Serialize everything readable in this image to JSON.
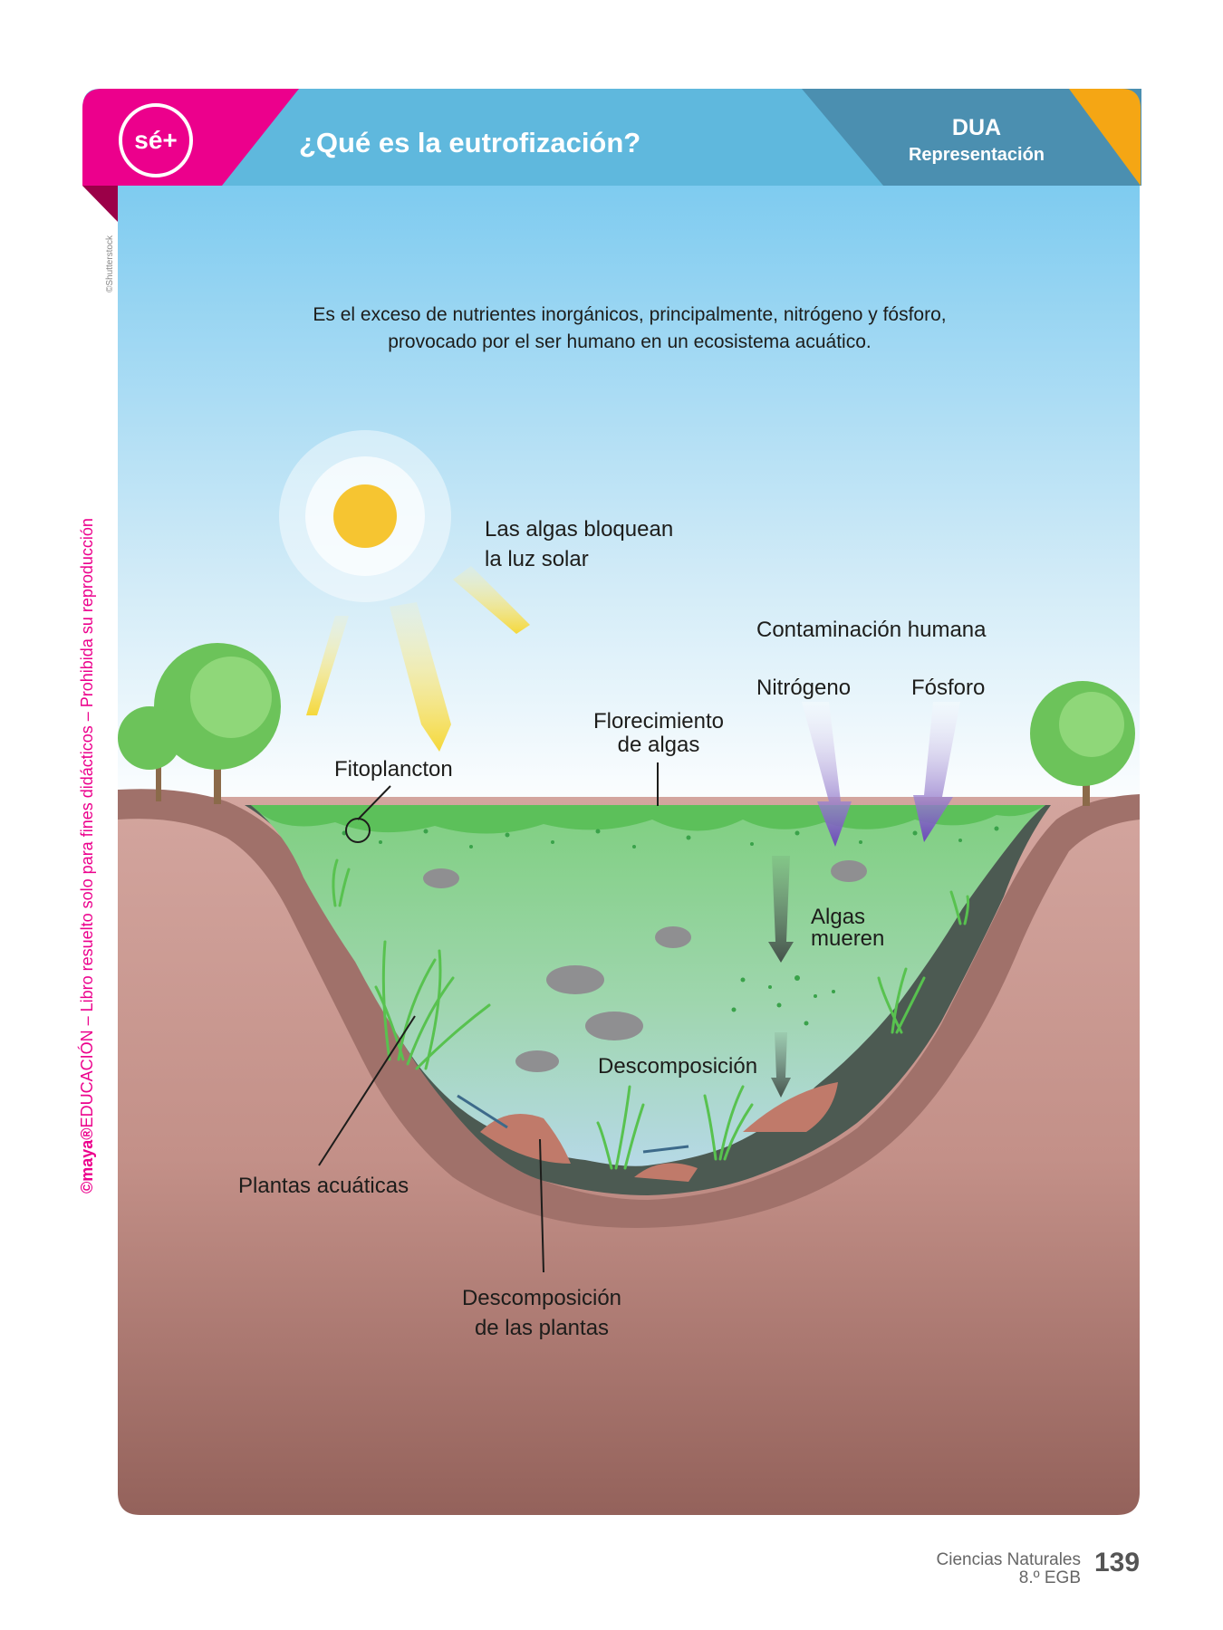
{
  "header": {
    "logo": "sé+",
    "title": "¿Qué es la eutrofización?",
    "badge_title": "DUA",
    "badge_subtitle": "Representación"
  },
  "credit": "©Shutterstock",
  "side_note": {
    "brand": "©maya®",
    "text": "EDUCACIÓN – Libro resuelto solo para fines didácticos – Prohibida su reproducción"
  },
  "intro": {
    "line1": "Es el exceso de nutrientes inorgánicos, principalmente, nitrógeno y fósforo,",
    "line2": "provocado por el ser humano en un ecosistema acuático."
  },
  "labels": {
    "algae_block_1": "Las algas bloquean",
    "algae_block_2": "la luz solar",
    "pollution": "Contaminación humana",
    "nitrogen": "Nitrógeno",
    "phosphorus": "Fósforo",
    "bloom_1": "Florecimiento",
    "bloom_2": "de algas",
    "phytoplankton": "Fitoplancton",
    "algae_die_1": "Algas",
    "algae_die_2": "mueren",
    "decomposition": "Descomposición",
    "aquatic_plants": "Plantas acuáticas",
    "plant_decomp_1": "Descomposición",
    "plant_decomp_2": "de las plantas"
  },
  "footer": {
    "subject": "Ciencias Naturales",
    "grade": "8.º EGB",
    "page_number": "139"
  },
  "colors": {
    "magenta": "#ec008c",
    "header_blue": "#5fb8dd",
    "header_steel": "#4b8fb0",
    "orange": "#f5a614"
  }
}
